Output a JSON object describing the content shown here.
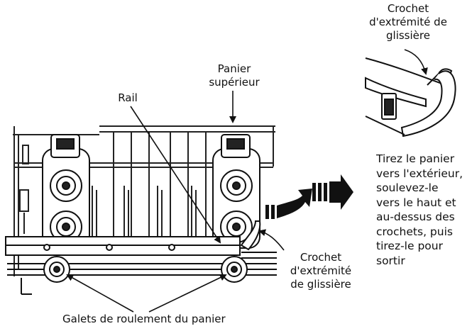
{
  "labels": {
    "top_right_hook": "Crochet\nd'extrémité de\nglissière",
    "upper_basket": "Panier\nsupérieur",
    "rail": "Rail",
    "bottom_hook": "Crochet\nd'extrémité\nde glissière",
    "rollers": "Galets de roulement du panier"
  },
  "instruction": "Tirez le panier\nvers l'extérieur,\nsoulevez-le\nvers le haut et\nau-dessus des\ncrochets, puis\ntirez-le pour\nsortir",
  "colors": {
    "ink": "#111111",
    "background": "#ffffff"
  }
}
